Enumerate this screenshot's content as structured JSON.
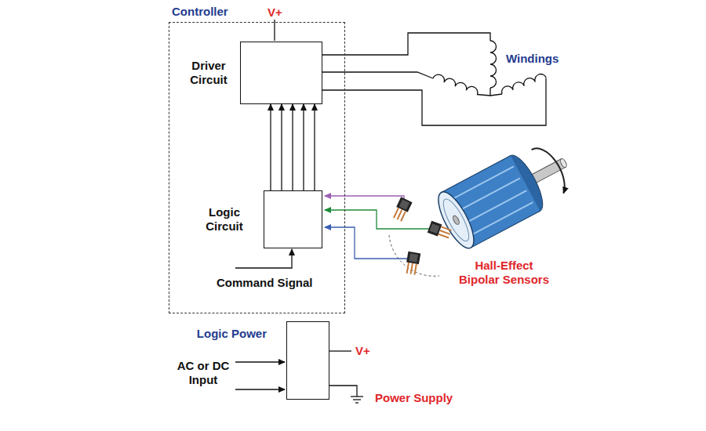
{
  "diagram": {
    "nodes": [
      {
        "text": [
          "Controller"
        ]
      },
      {
        "text": [
          "Driver Circuit"
        ],
        "in": 0
      },
      {
        "text": [
          "Logic Circuit"
        ],
        "in": 0
      },
      {
        "text": [
          "Logic Power"
        ]
      }
    ],
    "edges": [
      {
        "from": 2,
        "to": 1,
        "arrow": "to"
      },
      {
        "from": 2,
        "to": 1,
        "arrow": "to"
      },
      {
        "from": 2,
        "to": 1,
        "arrow": "to"
      },
      {
        "from": 2,
        "to": 1,
        "arrow": "to"
      },
      {
        "from": 2,
        "to": 1,
        "arrow": "to"
      }
    ],
    "labels": [
      "V+",
      "Windings",
      "Hall-Effect Bipolar Sensors",
      "Command Signal",
      "AC or DC Input",
      "V+",
      "Power Supply"
    ]
  }
}
